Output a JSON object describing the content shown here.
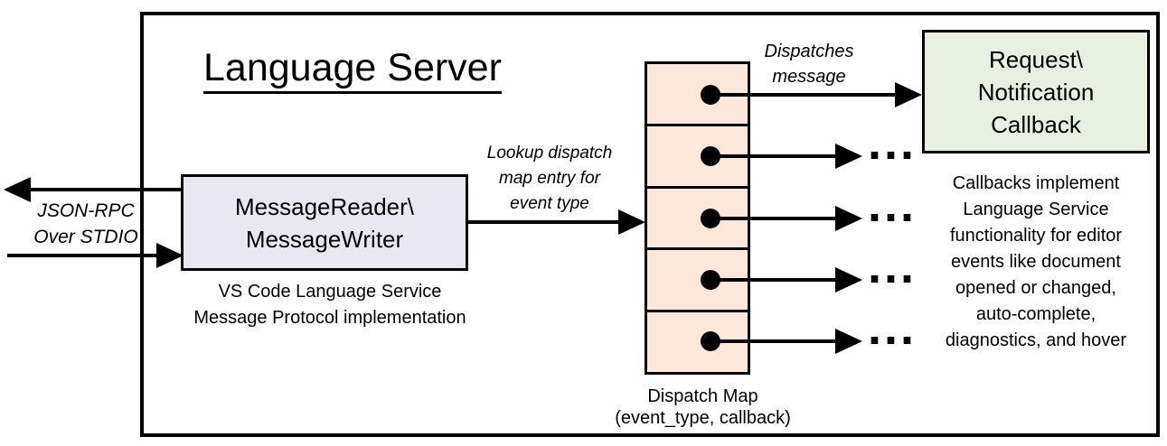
{
  "diagram": {
    "title": "Language Server",
    "left_io": {
      "label": "JSON-RPC\nOver STDIO"
    },
    "message_reader": {
      "box_label": "MessageReader\\\nMessageWriter",
      "caption": "VS Code Language Service\nMessage Protocol implementation"
    },
    "lookup_label": "Lookup dispatch\nmap entry for\nevent type",
    "dispatch_map": {
      "caption": "Dispatch Map\n(event_type, callback)",
      "cell_count": 5
    },
    "dispatches_label": "Dispatches\nmessage",
    "callback_box": {
      "label": "Request\\\nNotification\nCallback"
    },
    "callbacks_note": "Callbacks implement\nLanguage Service\nfunctionality for editor\nevents like document\nopened or changed,\nauto-complete,\ndiagnostics, and hover",
    "ellipsis": "...",
    "colors": {
      "reader_fill": "#E9E7EF",
      "map_fill": "#FBE8DA",
      "callback_fill": "#E7F0E1",
      "line": "#000000"
    }
  }
}
